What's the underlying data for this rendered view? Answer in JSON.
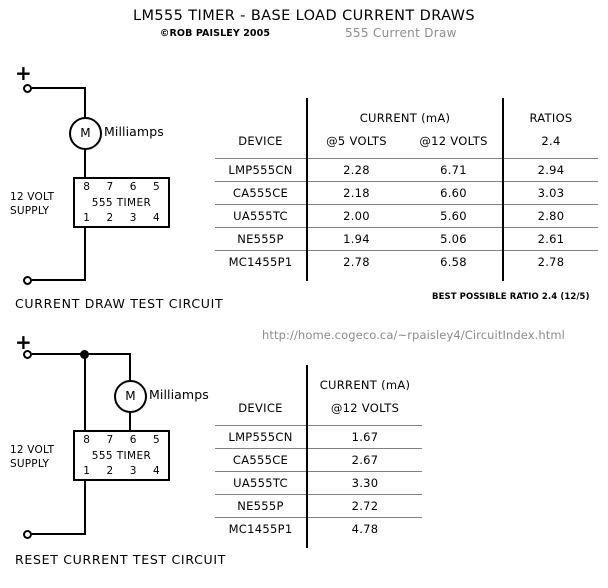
{
  "header": {
    "title": "LM555 TIMER - BASE LOAD CURRENT DRAWS",
    "copyright": "©ROB PAISLEY 2005",
    "subtitle": "555 Current Draw"
  },
  "footer": {
    "url": "http://home.cogeco.ca/~rpaisley4/CircuitIndex.html",
    "ratio_note": "BEST POSSIBLE RATIO 2.4 (12/5)"
  },
  "circuits": [
    {
      "id": "current-draw-test-circuit",
      "caption": "CURRENT DRAW TEST CIRCUIT",
      "plus": "+",
      "supply_line1": "12 VOLT",
      "supply_line2": "SUPPLY",
      "meter_symbol": "M",
      "meter_label": "Milliamps",
      "ic_name": "555 TIMER",
      "pins_top": [
        "8",
        "7",
        "6",
        "5"
      ],
      "pins_bottom": [
        "1",
        "2",
        "3",
        "4"
      ]
    },
    {
      "id": "reset-current-test-circuit",
      "caption": "RESET CURRENT TEST CIRCUIT",
      "plus": "+",
      "supply_line1": "12 VOLT",
      "supply_line2": "SUPPLY",
      "meter_symbol": "M",
      "meter_label": "Milliamps",
      "ic_name": "555 TIMER",
      "pins_top": [
        "8",
        "7",
        "6",
        "5"
      ],
      "pins_bottom": [
        "1",
        "2",
        "3",
        "4"
      ]
    }
  ],
  "tables": [
    {
      "id": "base-load-current-table",
      "group_headers": [
        "CURRENT (mA)",
        "RATIOS"
      ],
      "columns": [
        "DEVICE",
        "@5 VOLTS",
        "@12 VOLTS",
        "2.4"
      ],
      "rows": [
        {
          "device": "LMP555CN",
          "v5": "2.28",
          "v12": "6.71",
          "ratio": "2.94"
        },
        {
          "device": "CA555CE",
          "v5": "2.18",
          "v12": "6.60",
          "ratio": "3.03"
        },
        {
          "device": "UA555TC",
          "v5": "2.00",
          "v12": "5.60",
          "ratio": "2.80"
        },
        {
          "device": "NE555P",
          "v5": "1.94",
          "v12": "5.06",
          "ratio": "2.61"
        },
        {
          "device": "MC1455P1",
          "v5": "2.78",
          "v12": "6.58",
          "ratio": "2.78"
        }
      ]
    },
    {
      "id": "reset-current-table",
      "group_headers": [
        "CURRENT (mA)"
      ],
      "columns": [
        "DEVICE",
        "@12 VOLTS"
      ],
      "rows": [
        {
          "device": "LMP555CN",
          "v12": "1.67"
        },
        {
          "device": "CA555CE",
          "v12": "2.67"
        },
        {
          "device": "UA555TC",
          "v12": "3.30"
        },
        {
          "device": "NE555P",
          "v12": "2.72"
        },
        {
          "device": "MC1455P1",
          "v12": "4.78"
        }
      ]
    }
  ],
  "chart_data": {
    "type": "table",
    "title": "LM555 TIMER - BASE LOAD CURRENT DRAWS",
    "tables": [
      {
        "name": "Current Draw Test Circuit",
        "columns": [
          "DEVICE",
          "@5 VOLTS (mA)",
          "@12 VOLTS (mA)",
          "RATIOS (2.4)"
        ],
        "rows": [
          [
            "LMP555CN",
            2.28,
            6.71,
            2.94
          ],
          [
            "CA555CE",
            2.18,
            6.6,
            3.03
          ],
          [
            "UA555TC",
            2.0,
            5.6,
            2.8
          ],
          [
            "NE555P",
            1.94,
            5.06,
            2.61
          ],
          [
            "MC1455P1",
            2.78,
            6.58,
            2.78
          ]
        ],
        "note": "BEST POSSIBLE RATIO 2.4 (12/5)"
      },
      {
        "name": "Reset Current Test Circuit",
        "columns": [
          "DEVICE",
          "@12 VOLTS (mA)"
        ],
        "rows": [
          [
            "LMP555CN",
            1.67
          ],
          [
            "CA555CE",
            2.67
          ],
          [
            "UA555TC",
            3.3
          ],
          [
            "NE555P",
            2.72
          ],
          [
            "MC1455P1",
            4.78
          ]
        ]
      }
    ]
  }
}
